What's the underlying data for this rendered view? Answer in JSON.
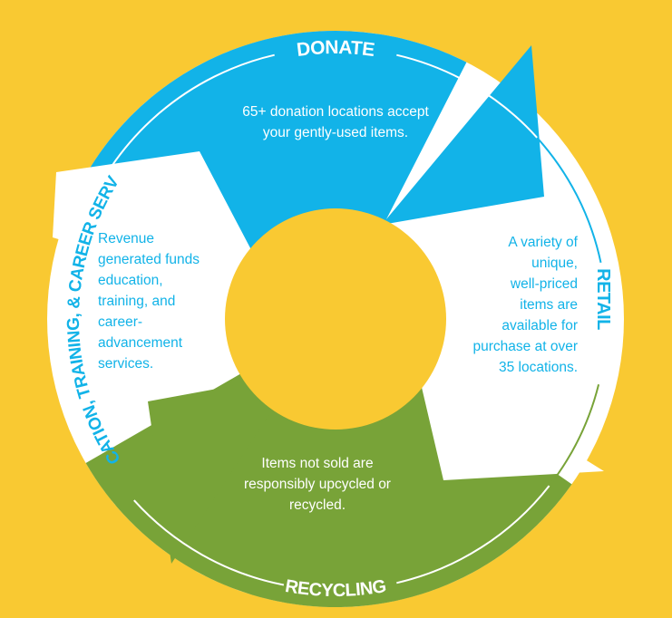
{
  "colors": {
    "background": "#F9C932",
    "blue": "#12B3E8",
    "green": "#78A338",
    "white": "#FFFFFF"
  },
  "stages": {
    "donate": {
      "label": "DONATE",
      "lines": [
        "65+ donation locations accept",
        "your gently-used items."
      ]
    },
    "retail": {
      "label": "RETAIL",
      "lines": [
        "A variety of",
        "unique,",
        "well-priced",
        "items are",
        "available for",
        "purchase at over",
        "35 locations."
      ]
    },
    "recycling": {
      "label": "RECYCLING",
      "lines": [
        "Items not sold are",
        "responsibly upcycled or",
        "recycled."
      ]
    },
    "education": {
      "label": "EDUCATION, TRAINING, & CAREER SERVICES",
      "lines": [
        "Revenue",
        "generated funds",
        "education,",
        "training, and",
        "career-",
        "advancement",
        "services."
      ]
    }
  }
}
